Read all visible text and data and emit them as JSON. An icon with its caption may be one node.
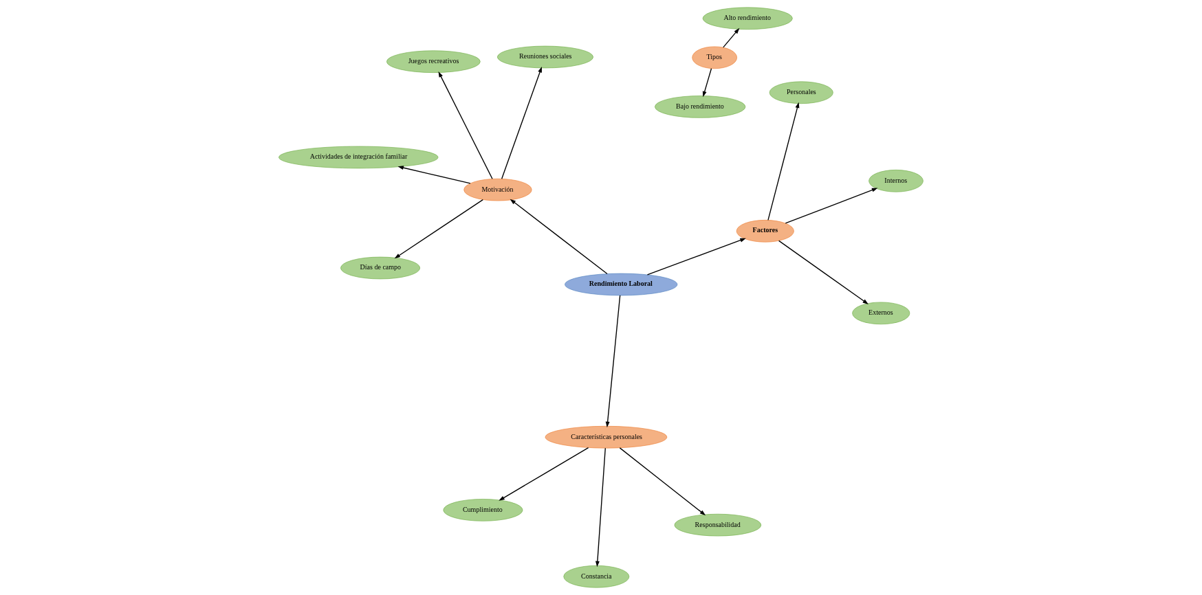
{
  "diagram": {
    "nodes": [
      {
        "text": [
          "Rendimiento Laboral"
        ]
      },
      {
        "text": [
          "Motivación"
        ]
      },
      {
        "text": [
          "Días de campo"
        ]
      },
      {
        "text": [
          "Juegos recreativos"
        ]
      },
      {
        "text": [
          "Reuniones sociales"
        ]
      },
      {
        "text": [
          "Actividades de integración familiar"
        ]
      },
      {
        "text": [
          "Características personales"
        ]
      },
      {
        "text": [
          "Responsabilidad"
        ]
      },
      {
        "text": [
          "Cumplimiento"
        ]
      },
      {
        "text": [
          "Constancia"
        ]
      },
      {
        "text": [
          "Factores"
        ]
      },
      {
        "text": [
          "Personales"
        ]
      },
      {
        "text": [
          "Externos"
        ]
      },
      {
        "text": [
          "Internos"
        ]
      },
      {
        "text": [
          "Tipos"
        ]
      },
      {
        "text": [
          "Alto rendimiento"
        ]
      },
      {
        "text": [
          "Bajo rendimiento"
        ]
      }
    ],
    "edges": [
      {
        "from": 0,
        "to": 1,
        "arrow": "to"
      },
      {
        "from": 1,
        "to": 2,
        "arrow": "to"
      },
      {
        "from": 1,
        "to": 3,
        "arrow": "to"
      },
      {
        "from": 1,
        "to": 4,
        "arrow": "to"
      },
      {
        "from": 1,
        "to": 5,
        "arrow": "to"
      },
      {
        "from": 0,
        "to": 6,
        "arrow": "to"
      },
      {
        "from": 6,
        "to": 7,
        "arrow": "to"
      },
      {
        "from": 6,
        "to": 8,
        "arrow": "to"
      },
      {
        "from": 6,
        "to": 9,
        "arrow": "to"
      },
      {
        "from": 0,
        "to": 10,
        "arrow": "to"
      },
      {
        "from": 10,
        "to": 11,
        "arrow": "to"
      },
      {
        "from": 10,
        "to": 12,
        "arrow": "to"
      },
      {
        "from": 10,
        "to": 13,
        "arrow": "to"
      },
      {
        "from": 14,
        "to": 15,
        "arrow": "to"
      },
      {
        "from": 14,
        "to": 16,
        "arrow": "to"
      }
    ]
  }
}
